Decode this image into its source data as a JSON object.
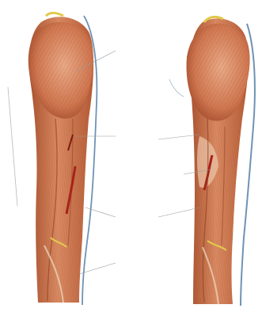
{
  "illustration": {
    "colors": {
      "muscle": "#c9704a",
      "muscle_dark": "#9a4a2c",
      "muscle_light": "#e5a07a",
      "vessel_blue": "#6f93b5",
      "nerve_yellow": "#e2c84a",
      "tendon": "#e8d2b8",
      "leader_line": "#9a9a9a",
      "background": "#ffffff"
    },
    "labels": [
      {
        "id": "label-1",
        "text": ""
      },
      {
        "id": "label-2",
        "text": ""
      },
      {
        "id": "label-3",
        "text": ""
      },
      {
        "id": "label-4",
        "text": ""
      },
      {
        "id": "label-5",
        "text": ""
      }
    ]
  }
}
